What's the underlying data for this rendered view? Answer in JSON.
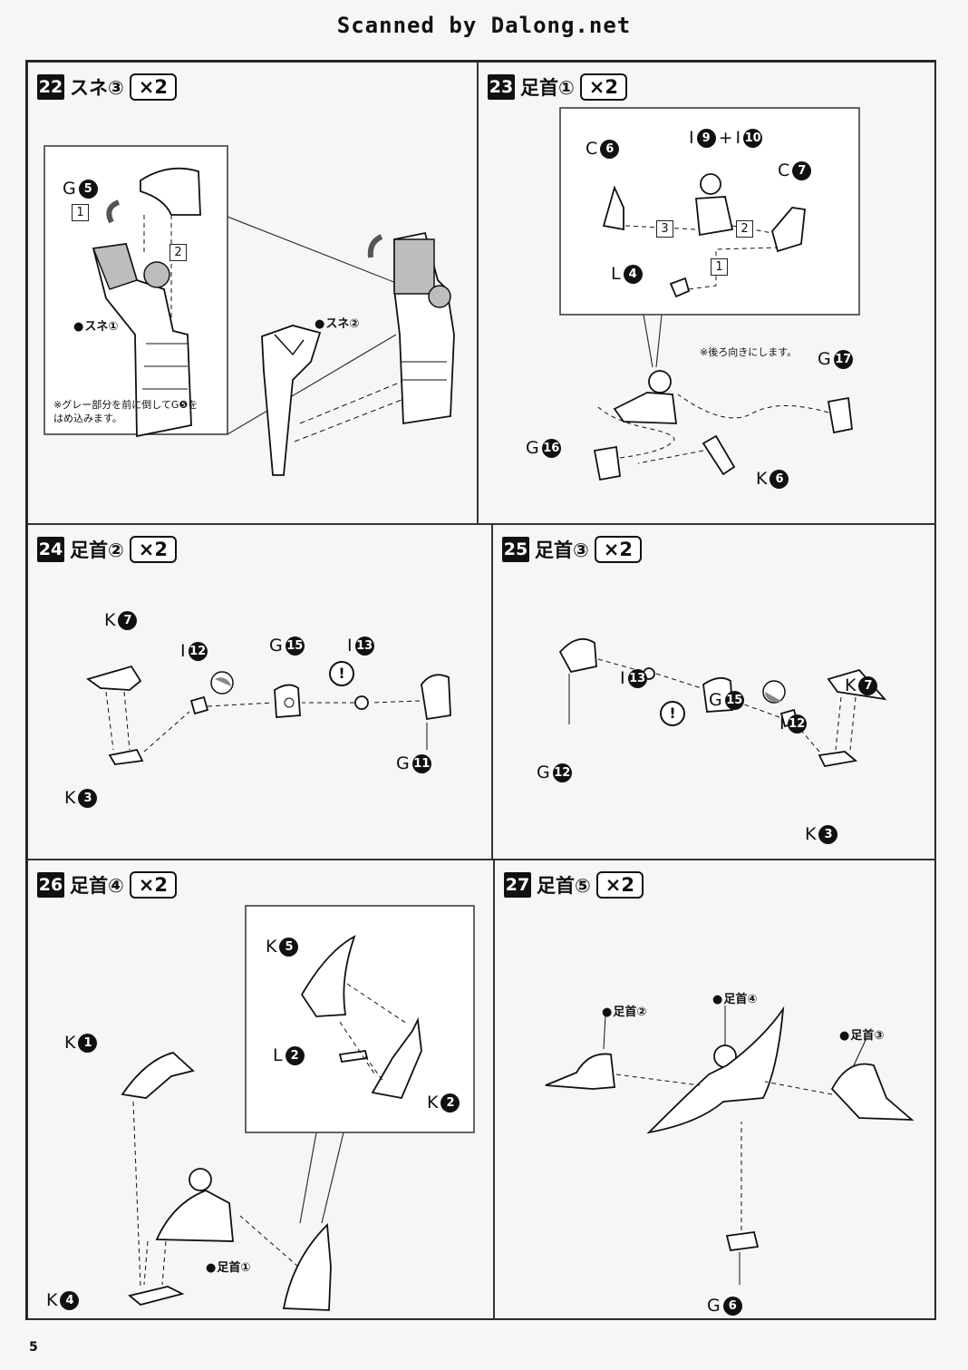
{
  "watermark": "Scanned by Dalong.net",
  "page_number": "5",
  "steps": {
    "s22": {
      "num": "22",
      "title": "スネ③",
      "qty": "×2",
      "labels": {
        "g5": {
          "letter": "G",
          "num": "5"
        }
      },
      "part_names": {
        "sune1": "スネ①",
        "sune2": "スネ②"
      },
      "order": [
        "1",
        "2"
      ],
      "note_line1": "※グレー部分を前に倒してG❺を",
      "note_line2": "はめ込みます。"
    },
    "s23": {
      "num": "23",
      "title": "足首①",
      "qty": "×2",
      "labels": {
        "c6": {
          "letter": "C",
          "num": "6"
        },
        "i9": {
          "letter": "I",
          "num": "9"
        },
        "plus": "+",
        "i10": {
          "letter": "I",
          "num": "10"
        },
        "c7": {
          "letter": "C",
          "num": "7"
        },
        "l4": {
          "letter": "L",
          "num": "4"
        },
        "g17": {
          "letter": "G",
          "num": "17"
        },
        "g16": {
          "letter": "G",
          "num": "16"
        },
        "k6": {
          "letter": "K",
          "num": "6"
        }
      },
      "order": [
        "3",
        "2",
        "1"
      ],
      "note": "※後ろ向きにします。"
    },
    "s24": {
      "num": "24",
      "title": "足首②",
      "qty": "×2",
      "labels": {
        "k7": {
          "letter": "K",
          "num": "7"
        },
        "i12": {
          "letter": "I",
          "num": "12"
        },
        "g15": {
          "letter": "G",
          "num": "15"
        },
        "i13": {
          "letter": "I",
          "num": "13"
        },
        "k3": {
          "letter": "K",
          "num": "3"
        },
        "g11": {
          "letter": "G",
          "num": "11"
        }
      }
    },
    "s25": {
      "num": "25",
      "title": "足首③",
      "qty": "×2",
      "labels": {
        "i13": {
          "letter": "I",
          "num": "13"
        },
        "g15": {
          "letter": "G",
          "num": "15"
        },
        "k7": {
          "letter": "K",
          "num": "7"
        },
        "i12": {
          "letter": "I",
          "num": "12"
        },
        "g12": {
          "letter": "G",
          "num": "12"
        },
        "k3": {
          "letter": "K",
          "num": "3"
        }
      }
    },
    "s26": {
      "num": "26",
      "title": "足首④",
      "qty": "×2",
      "labels": {
        "k5": {
          "letter": "K",
          "num": "5"
        },
        "k1": {
          "letter": "K",
          "num": "1"
        },
        "l2": {
          "letter": "L",
          "num": "2"
        },
        "k2": {
          "letter": "K",
          "num": "2"
        },
        "k4": {
          "letter": "K",
          "num": "4"
        }
      },
      "part_names": {
        "ashikubi1": "足首①"
      }
    },
    "s27": {
      "num": "27",
      "title": "足首⑤",
      "qty": "×2",
      "labels": {
        "g6": {
          "letter": "G",
          "num": "6"
        }
      },
      "part_names": {
        "ashikubi2": "足首②",
        "ashikubi4": "足首④",
        "ashikubi3": "足首③"
      }
    }
  },
  "icons": {
    "caution": "caution-icon"
  },
  "colors": {
    "ink": "#111111",
    "paper": "#f6f6f4",
    "part_grey": "#bdbdbd"
  }
}
